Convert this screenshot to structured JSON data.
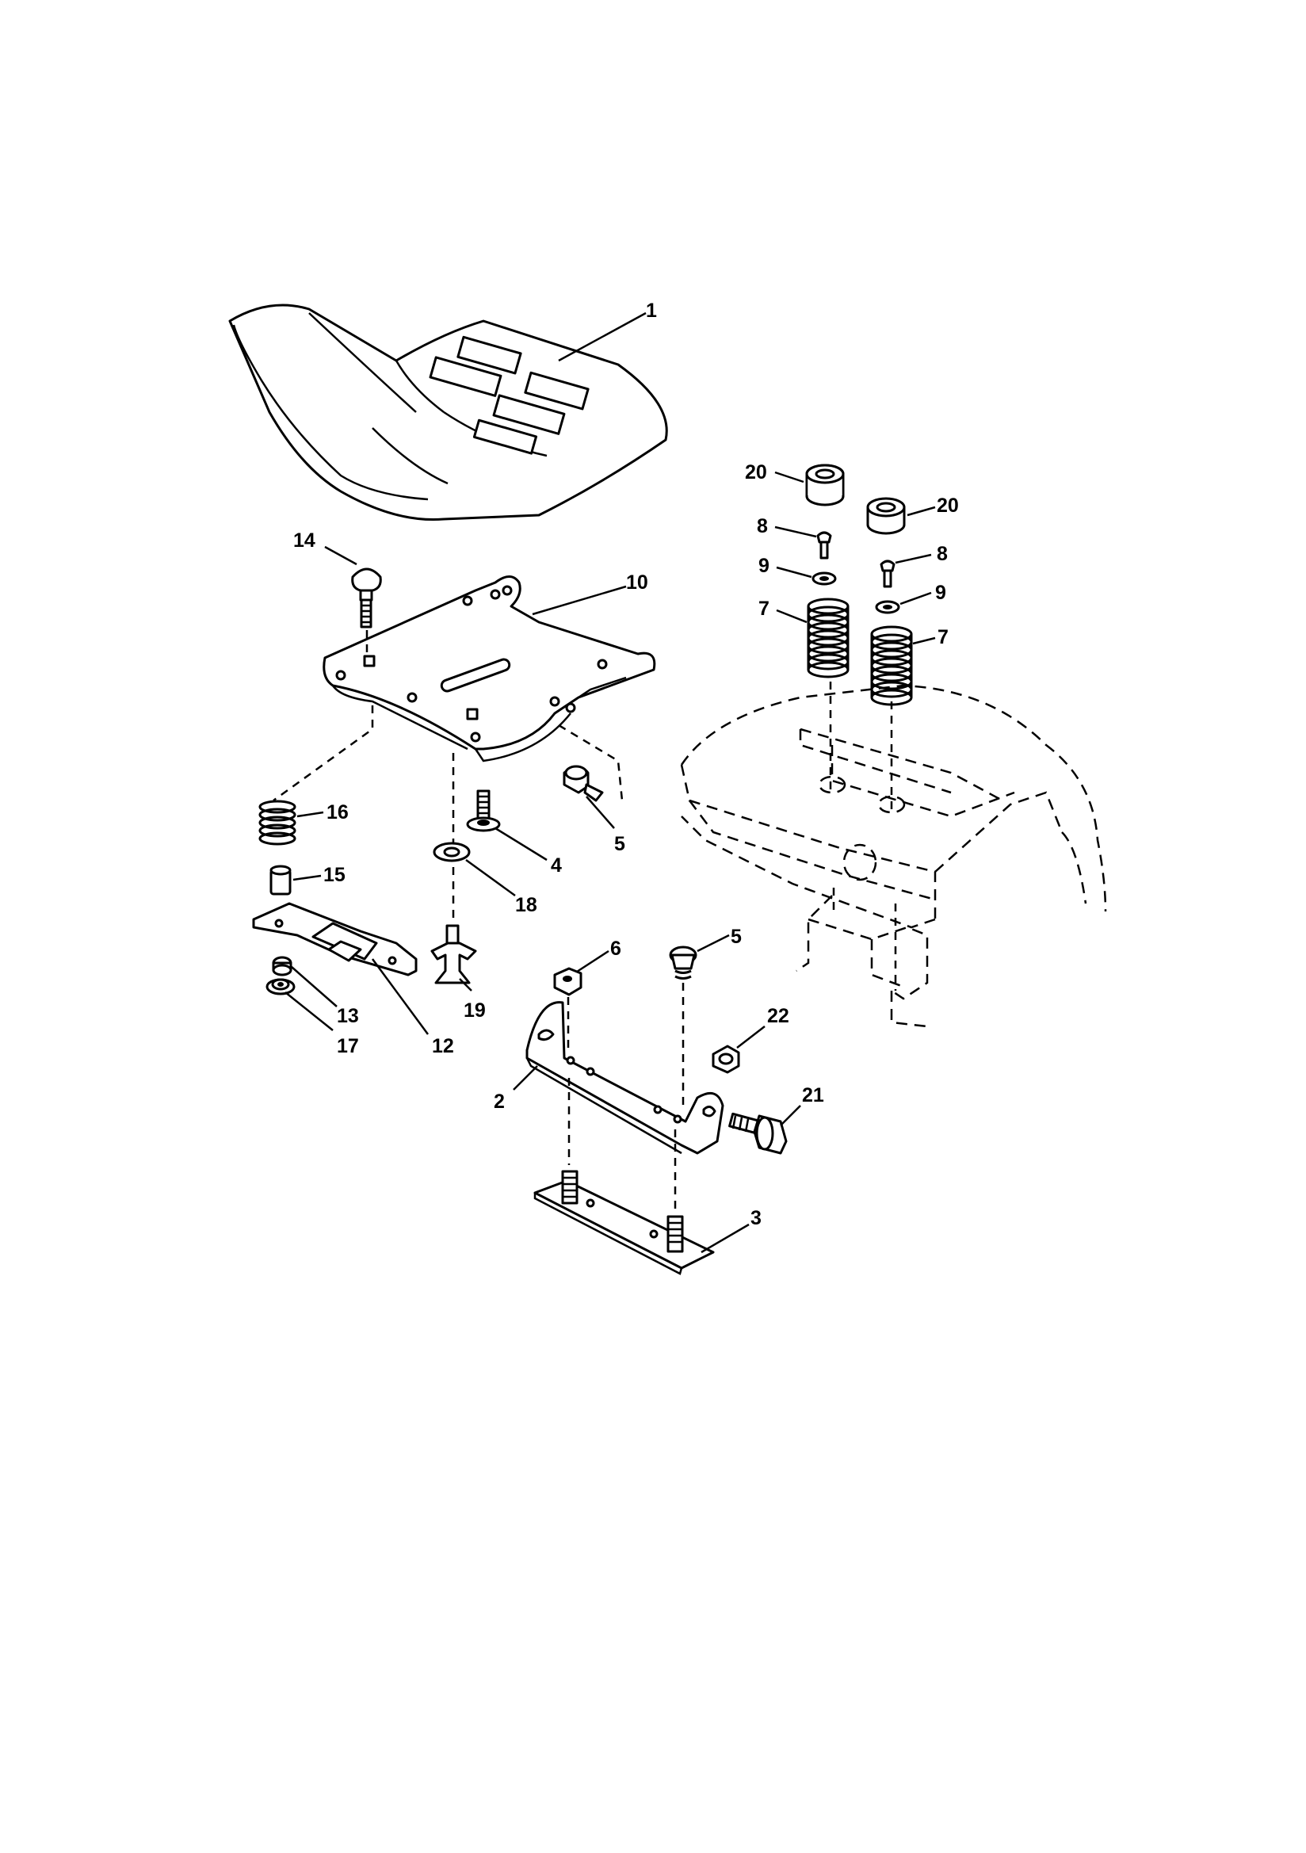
{
  "callouts": {
    "c1": "1",
    "c2": "2",
    "c3": "3",
    "c4": "4",
    "c5a": "5",
    "c5b": "5",
    "c6": "6",
    "c7a": "7",
    "c7b": "7",
    "c8a": "8",
    "c8b": "8",
    "c9a": "9",
    "c9b": "9",
    "c10": "10",
    "c12": "12",
    "c13": "13",
    "c14": "14",
    "c15": "15",
    "c16": "16",
    "c17": "17",
    "c18": "18",
    "c19": "19",
    "c20a": "20",
    "c20b": "20",
    "c21": "21",
    "c22": "22"
  }
}
